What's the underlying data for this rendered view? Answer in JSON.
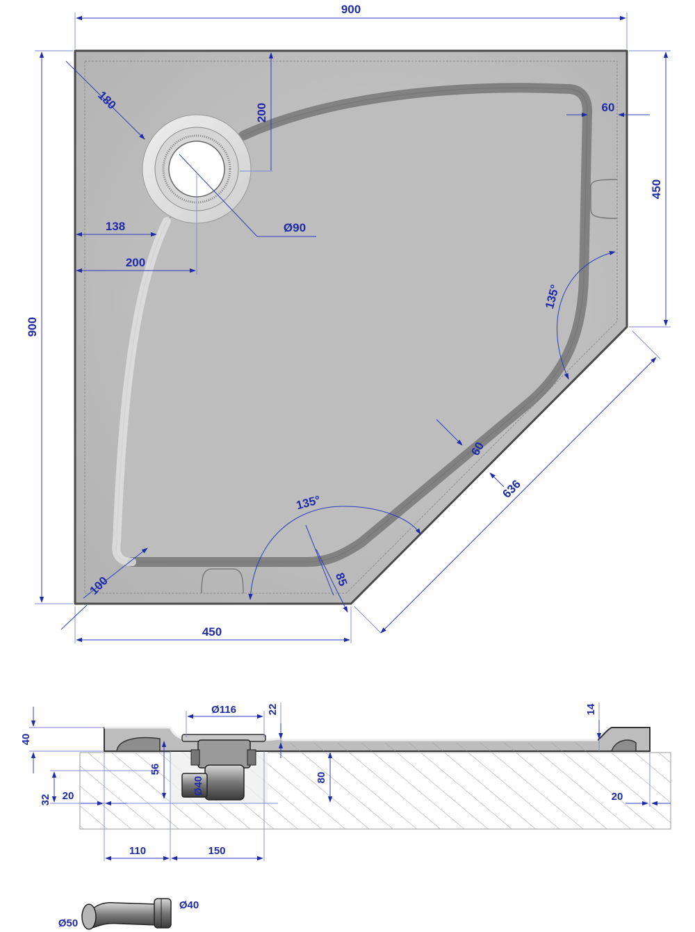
{
  "colors": {
    "tray_fill": "#c3c3c3",
    "tray_edge": "#4a4a4a",
    "channel": "#7a7a7a",
    "dimension_blue": "#1f2aa8",
    "hatch": "#9a9a9a"
  },
  "plan_view": {
    "dims": {
      "width_top": "900",
      "height_left": "900",
      "drain_diag": "180",
      "drain_from_top": "200",
      "rim_right": "60",
      "right_side": "450",
      "drain_dia": "Ø90",
      "drain_from_left_inner": "138",
      "drain_from_left": "200",
      "angle_right": "135°",
      "channel_offset": "60",
      "diagonal": "636",
      "angle_bottom": "135°",
      "corner_radius": "100",
      "rim_bottom": "85",
      "bottom_side": "450"
    }
  },
  "section_view": {
    "dims": {
      "drain_top_dia": "Ø116",
      "depth_22": "22",
      "rim_14": "14",
      "height_40": "40",
      "depth_56": "56",
      "outlet_dia": "Ø40",
      "drain_height_80": "80",
      "base_32": "32",
      "left_20": "20",
      "right_20": "20",
      "offset_110": "110",
      "offset_150": "150"
    }
  },
  "elbow": {
    "dims": {
      "large_dia": "Ø50",
      "small_dia": "Ø40"
    }
  }
}
